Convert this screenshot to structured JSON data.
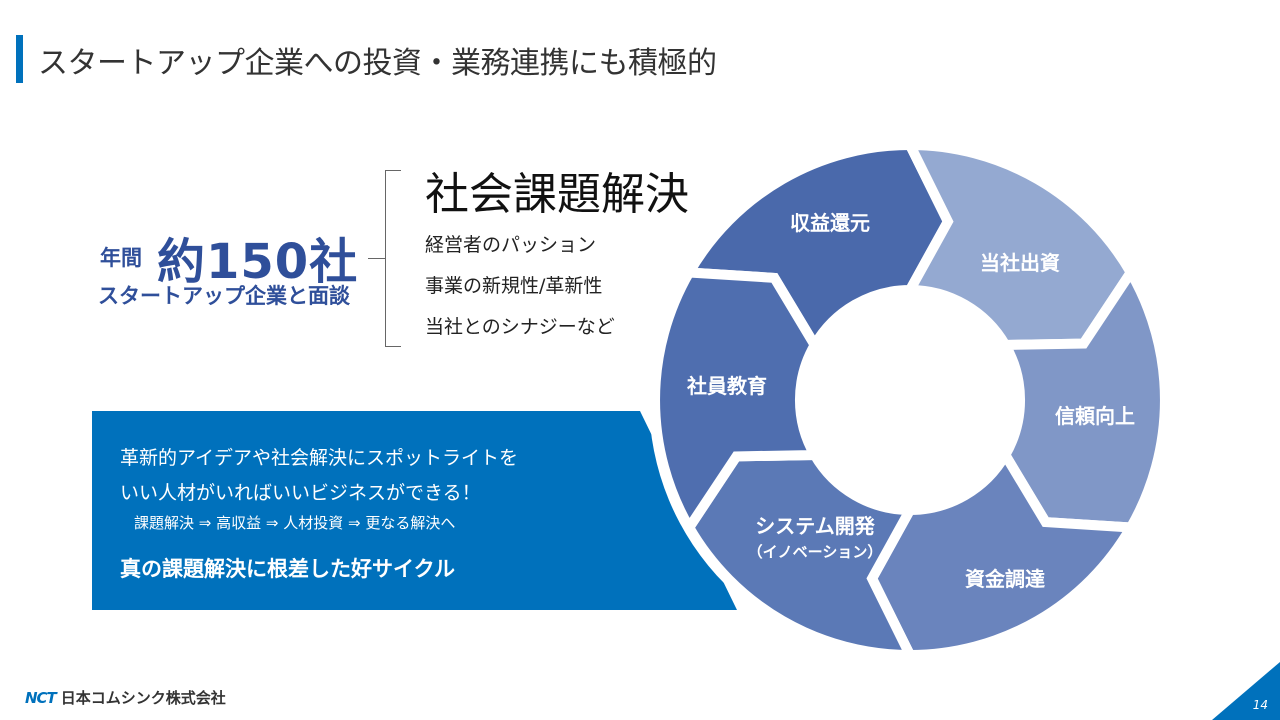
{
  "title": "スタートアップ企業への投資・業務連携にも積極的",
  "stats": {
    "year_label": "年間",
    "count": "約150社",
    "subtitle": "スタートアップ企業と面談"
  },
  "criteria": {
    "heading": "社会課題解決",
    "items": [
      "経営者のパッション",
      "事業の新規性/革新性",
      "当社とのシナジーなど"
    ]
  },
  "message": {
    "line1": "革新的アイデアや社会解決にスポットライトを",
    "line2": "いい人材がいればいいビジネスができる！",
    "flow": "課題解決 ⇒ 高収益 ⇒ 人材投資 ⇒ 更なる解決へ",
    "conclusion": "真の課題解決に根差した好サイクル"
  },
  "cycle": [
    {
      "label": "収益還元",
      "color": "#4a69ab"
    },
    {
      "label": "当社出資",
      "color": "#94a9d1"
    },
    {
      "label": "信頼向上",
      "color": "#8097c7"
    },
    {
      "label": "資金調達",
      "color": "#6a84bd"
    },
    {
      "label": "システム開発",
      "sub": "（イノベーション）",
      "color": "#5b79b6"
    },
    {
      "label": "社員教育",
      "color": "#4f6eaf"
    }
  ],
  "footer": {
    "logo_mark": "NCT",
    "company": "日本コムシンク株式会社",
    "page": "14"
  }
}
